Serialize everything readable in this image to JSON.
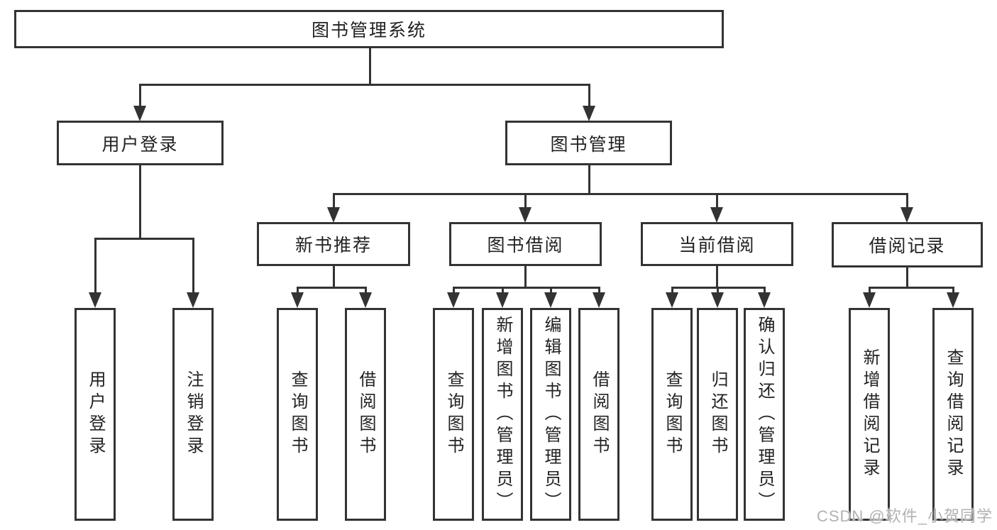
{
  "tree": {
    "root": "图书管理系统",
    "branches": [
      {
        "label": "用户登录",
        "leaves": [
          "用户登录",
          "注销登录"
        ]
      },
      {
        "label": "图书管理",
        "groups": [
          {
            "label": "新书推荐",
            "leaves": [
              "查询图书",
              "借阅图书"
            ]
          },
          {
            "label": "图书借阅",
            "leaves": [
              "查询图书",
              "新增图书（管理员）",
              "编辑图书（管理员）",
              "借阅图书"
            ]
          },
          {
            "label": "当前借阅",
            "leaves": [
              "查询图书",
              "归还图书",
              "确认归还（管理员）"
            ]
          },
          {
            "label": "借阅记录",
            "leaves": [
              "新增借阅记录",
              "查询借阅记录"
            ]
          }
        ]
      }
    ]
  },
  "watermark": "CSDN @软件_小贺同学",
  "colors": {
    "line": "#333333",
    "box_border": "#333333",
    "text": "#222222",
    "background": "#ffffff",
    "watermark": "#b2b2b2"
  }
}
